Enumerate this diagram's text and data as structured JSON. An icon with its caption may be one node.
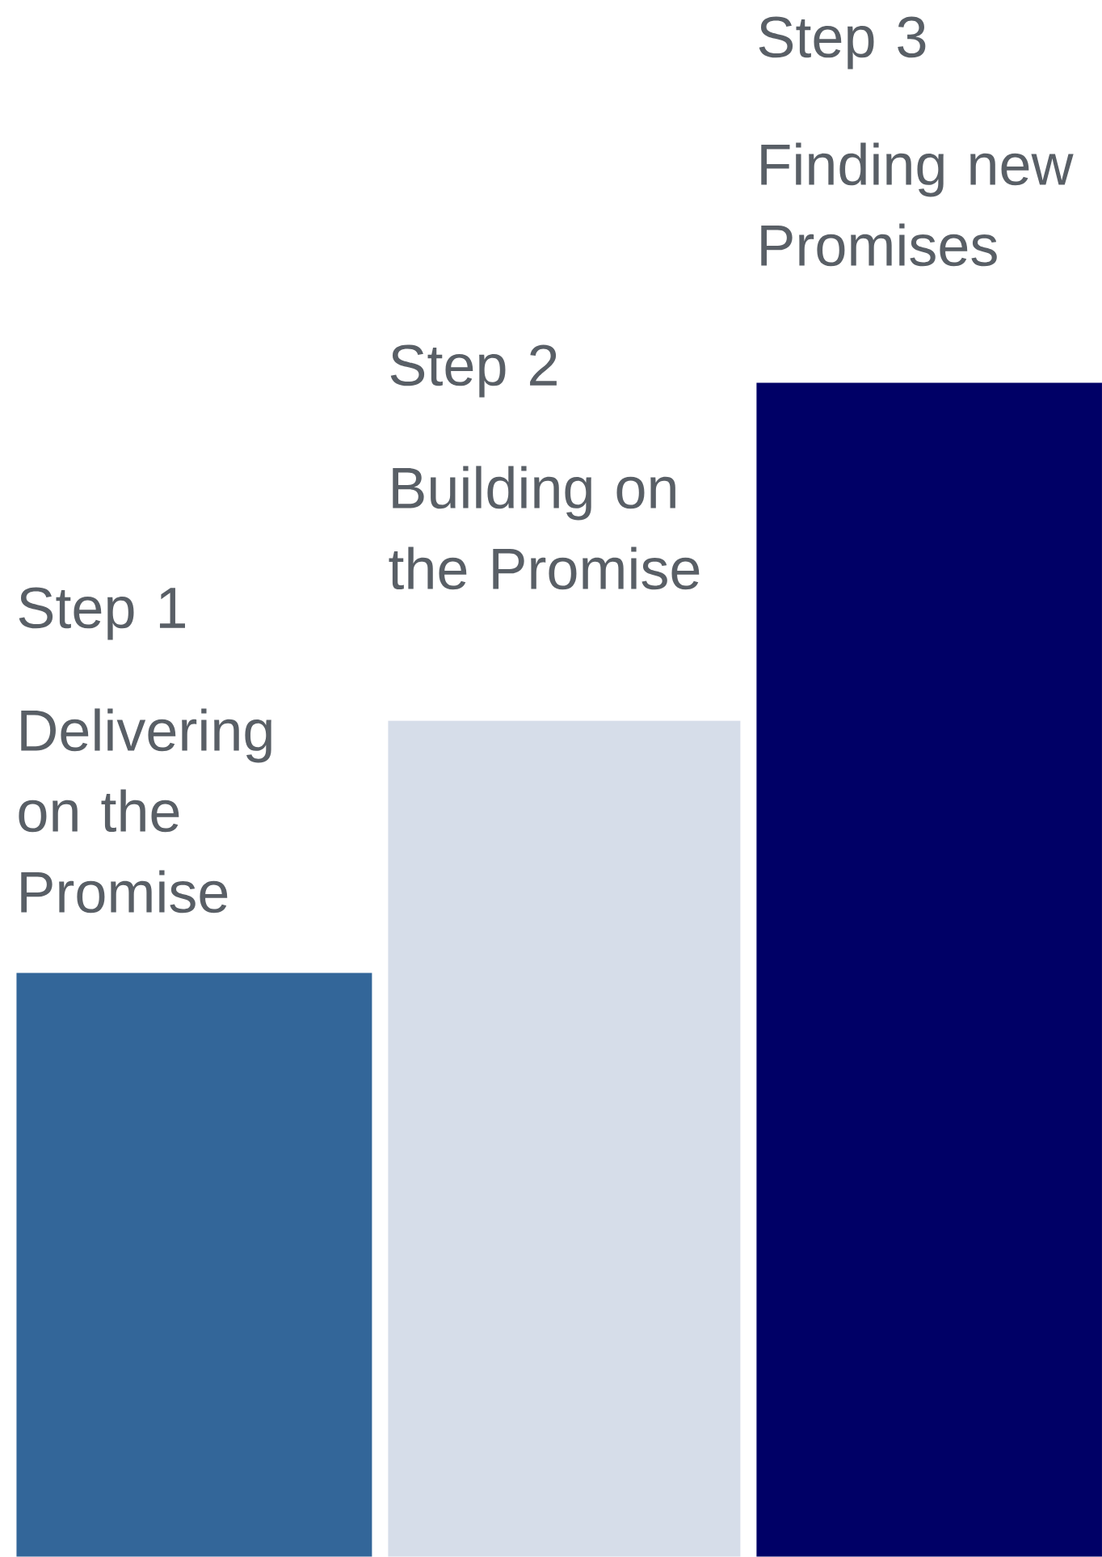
{
  "diagram": {
    "nodes": [
      {
        "text": [
          "Step 1",
          "Delivering on the Promise"
        ]
      },
      {
        "text": [
          "Step 2",
          "Building on the Promise"
        ]
      },
      {
        "text": [
          "Step 3",
          "Finding new Promises"
        ]
      }
    ]
  }
}
